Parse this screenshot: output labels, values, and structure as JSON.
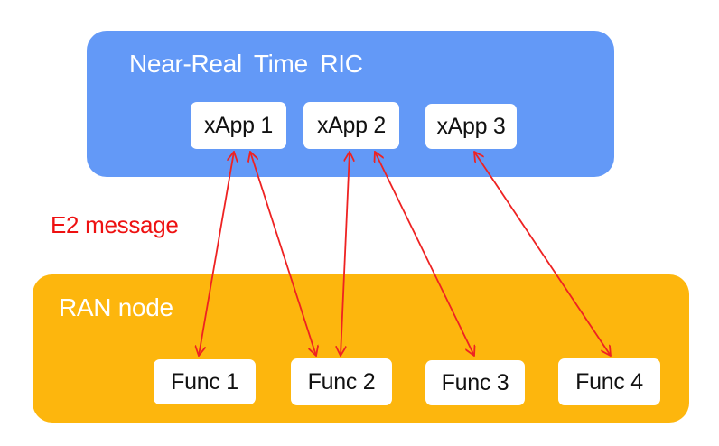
{
  "ric": {
    "title": "Near-Real  Time  RIC"
  },
  "xapps": [
    "xApp 1",
    "xApp 2",
    "xApp 3"
  ],
  "ran": {
    "title": "RAN node"
  },
  "funcs": [
    "Func 1",
    "Func 2",
    "Func 3",
    "Func 4"
  ],
  "e2_label": "E2 message",
  "colors": {
    "ric_panel": "#6399f7",
    "ran_panel": "#fdb60d",
    "arrow": "#ee2222",
    "e2_label": "#ee1111"
  }
}
